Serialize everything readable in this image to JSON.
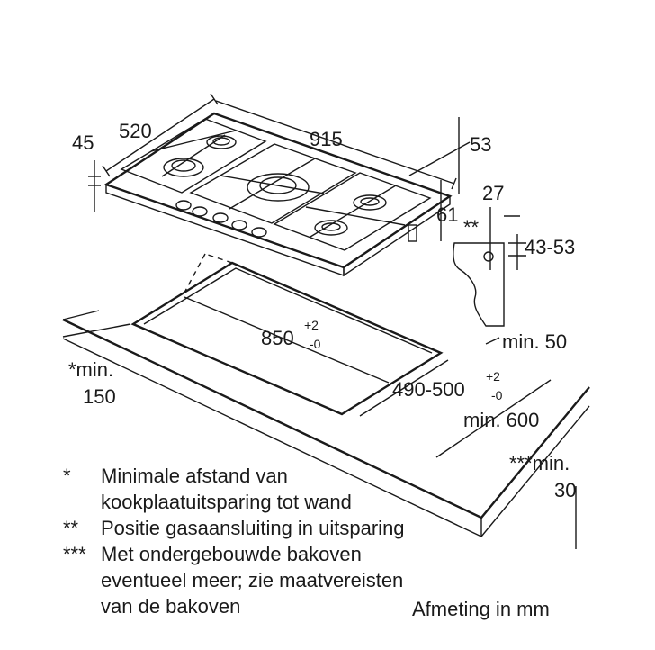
{
  "dimensions": {
    "d45": "45",
    "d520": "520",
    "d915": "915",
    "d53": "53",
    "d27": "27",
    "d61": "61",
    "conn": "**",
    "d4353": "43-53",
    "d850": "850",
    "d850_tol_plus": "+2",
    "d850_tol_minus": "-0",
    "min50": "min. 50",
    "min150_a": "*min.",
    "min150_b": "150",
    "d490": "490-500",
    "d490_tol_plus": "+2",
    "d490_tol_minus": "-0",
    "min600": "min. 600",
    "min30_a": "***min.",
    "min30_b": "30"
  },
  "legend": [
    {
      "mark": "*",
      "lines": [
        "Minimale afstand van",
        "kookplaatuitsparing tot wand"
      ]
    },
    {
      "mark": "**",
      "lines": [
        "Positie gasaansluiting in uitsparing"
      ]
    },
    {
      "mark": "***",
      "lines": [
        "Met ondergebouwde bakoven",
        "eventueel meer; zie maatvereisten",
        "van de bakoven"
      ]
    }
  ],
  "unit_note": "Afmeting in mm"
}
